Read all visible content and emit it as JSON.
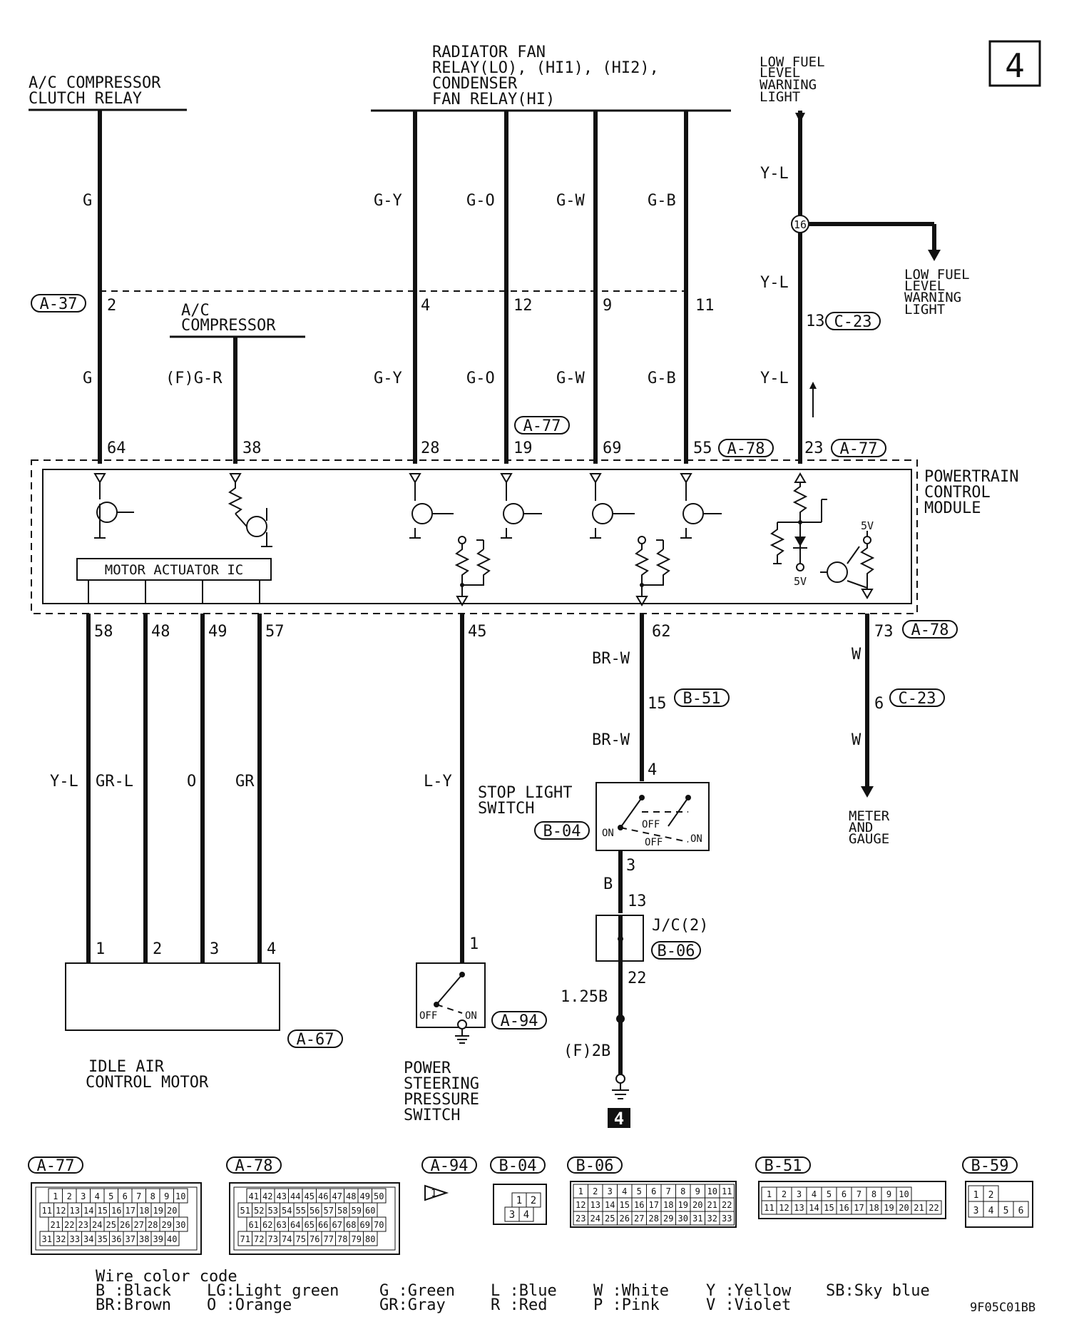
{
  "page_label": "4",
  "ground_mark": "4",
  "figure_code": "9F05C01BB",
  "top_components": {
    "ac_relay": [
      "A/C COMPRESSOR",
      "CLUTCH RELAY"
    ],
    "radiator_relay": [
      "RADIATOR FAN",
      "RELAY(LO), (HI1), (HI2),",
      "CONDENSER",
      "FAN RELAY(HI)"
    ],
    "low_fuel_top": [
      "LOW FUEL",
      "LEVEL",
      "WARNING",
      "LIGHT"
    ],
    "ac_compressor": [
      "A/C",
      "COMPRESSOR"
    ]
  },
  "low_fuel_right": [
    "LOW FUEL",
    "LEVEL",
    "WARNING",
    "LIGHT"
  ],
  "pcm": {
    "name": [
      "POWERTRAIN",
      "CONTROL",
      "MODULE"
    ],
    "motor_ic": "MOTOR ACTUATOR IC",
    "five_volt": "5V"
  },
  "connectors": {
    "a37": "A-37",
    "a77": "A-77",
    "a78": "A-78",
    "c23": "C-23",
    "b51": "B-51",
    "b04": "B-04",
    "b06": "B-06",
    "a67": "A-67",
    "a94": "A-94"
  },
  "upper_wires": [
    {
      "top_color": "G",
      "conn_pin": "2",
      "bottom_color": "G",
      "pcm_pin": "64"
    },
    {
      "top_color": "G-Y",
      "conn_pin": "4",
      "bottom_color": "G-Y",
      "pcm_pin": "28"
    },
    {
      "top_color": "G-O",
      "conn_pin": "12",
      "bottom_color": "G-O",
      "pcm_pin": "19"
    },
    {
      "top_color": "G-W",
      "conn_pin": "9",
      "bottom_color": "G-W",
      "pcm_pin": "69"
    },
    {
      "top_color": "G-B",
      "conn_pin": "11",
      "bottom_color": "G-B",
      "pcm_pin": "55"
    }
  ],
  "ac_comp_wire": {
    "color": "(F)G-R",
    "pcm_pin": "38"
  },
  "fuel_wire": {
    "top_color": "Y-L",
    "splice": "16",
    "mid_color": "Y-L",
    "c23_pin": "13",
    "low_color": "Y-L",
    "pcm_pin": "23"
  },
  "lower_wires": [
    {
      "pcm_pin": "58",
      "color": "Y-L",
      "motor_pin": "1"
    },
    {
      "pcm_pin": "48",
      "color": "GR-L",
      "motor_pin": "2"
    },
    {
      "pcm_pin": "49",
      "color": "O",
      "motor_pin": "3"
    },
    {
      "pcm_pin": "57",
      "color": "GR",
      "motor_pin": "4"
    }
  ],
  "iac_motor": [
    "IDLE AIR",
    "CONTROL MOTOR"
  ],
  "ps_wire": {
    "pcm_pin": "45",
    "color": "L-Y",
    "switch_pin": "1"
  },
  "ps_switch": [
    "POWER",
    "STEERING",
    "PRESSURE",
    "SWITCH"
  ],
  "ps_states": {
    "off": "OFF",
    "on": "ON"
  },
  "stop_wire": {
    "pcm_pin": "62",
    "color1": "BR-W",
    "b51_pin": "15",
    "color2": "BR-W",
    "switch_pin": "4",
    "switch_out_pin": "3",
    "color3": "B",
    "jc_in": "13",
    "jc_out": "22",
    "color4": "1.25B",
    "color5": "(F)2B"
  },
  "stop_switch": [
    "STOP LIGHT",
    "SWITCH"
  ],
  "stop_states": {
    "on_left": "ON",
    "off_upper": "OFF",
    "off_lower": "OFF",
    "on_right": "ON"
  },
  "jc_label": "J/C(2)",
  "meter_wire": {
    "pcm_pin": "73",
    "color1": "W",
    "c23_pin": "6",
    "color2": "W"
  },
  "meter_label": [
    "METER",
    "AND",
    "GAUGE"
  ],
  "legend_connectors": {
    "a77": "A-77",
    "a78": "A-78",
    "a94": "A-94",
    "b04": "B-04",
    "b06": "B-06",
    "b51": "B-51",
    "b59": "B-59"
  },
  "legend_pins": {
    "a77": [
      [
        "1",
        "2",
        "3",
        "4",
        "5",
        "6",
        "7",
        "8",
        "9",
        "10"
      ],
      [
        "11",
        "12",
        "13",
        "14",
        "15",
        "16",
        "17",
        "18",
        "19",
        "20"
      ],
      [
        "21",
        "22",
        "23",
        "24",
        "25",
        "26",
        "27",
        "28",
        "29",
        "30"
      ],
      [
        "31",
        "32",
        "33",
        "34",
        "35",
        "36",
        "37",
        "38",
        "39",
        "40"
      ]
    ],
    "a78": [
      [
        "41",
        "42",
        "43",
        "44",
        "45",
        "46",
        "47",
        "48",
        "49",
        "50"
      ],
      [
        "51",
        "52",
        "53",
        "54",
        "55",
        "56",
        "57",
        "58",
        "59",
        "60"
      ],
      [
        "61",
        "62",
        "63",
        "64",
        "65",
        "66",
        "67",
        "68",
        "69",
        "70"
      ],
      [
        "71",
        "72",
        "73",
        "74",
        "75",
        "76",
        "77",
        "78",
        "79",
        "80"
      ]
    ],
    "a94": "1",
    "b04": [
      [
        "1",
        "2"
      ],
      [
        "3",
        "4"
      ]
    ],
    "b06": [
      [
        "1",
        "2",
        "3",
        "4",
        "5",
        "6",
        "7",
        "8",
        "9",
        "10",
        "11"
      ],
      [
        "12",
        "13",
        "14",
        "15",
        "16",
        "17",
        "18",
        "19",
        "20",
        "21",
        "22"
      ],
      [
        "23",
        "24",
        "25",
        "26",
        "27",
        "28",
        "29",
        "30",
        "31",
        "32",
        "33"
      ]
    ],
    "b51": [
      [
        "1",
        "2",
        "3",
        "4",
        "5",
        "6",
        "7",
        "8",
        "9",
        "10"
      ],
      [
        "11",
        "12",
        "13",
        "14",
        "15",
        "16",
        "17",
        "18",
        "19",
        "20",
        "21",
        "22"
      ]
    ],
    "b59": [
      [
        "1",
        "2"
      ],
      [
        "3",
        "4",
        "5",
        "6"
      ]
    ]
  },
  "wire_color_code": {
    "title": "Wire color code",
    "entries": [
      [
        "B :Black",
        "BR:Brown"
      ],
      [
        "LG:Light green",
        "O :Orange"
      ],
      [
        "G :Green",
        "GR:Gray"
      ],
      [
        "L :Blue",
        "R :Red"
      ],
      [
        "W :White",
        "P :Pink"
      ],
      [
        "Y :Yellow",
        "V :Violet"
      ],
      [
        "SB:Sky blue"
      ]
    ]
  }
}
